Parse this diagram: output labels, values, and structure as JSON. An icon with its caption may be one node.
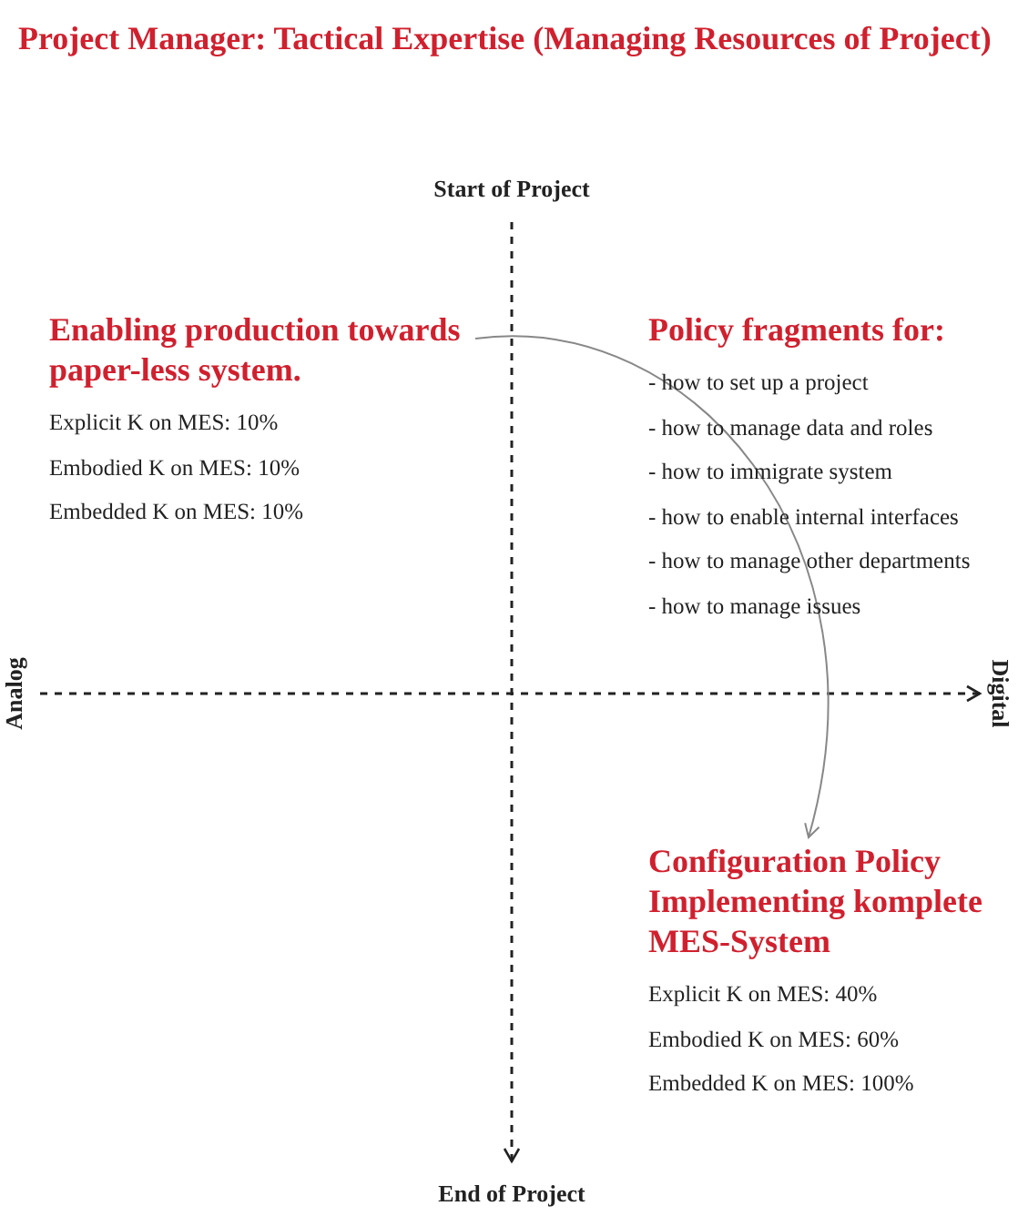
{
  "diagram": {
    "title": "Project Manager: Tactical Expertise (Managing Resources of Project)",
    "nodes": [
      {
        "text": [
          "Enabling production towards paper-less system.",
          "Explicit K on MES: 10%",
          "Embodied K on MES: 10%",
          "Embedded K on MES: 10%"
        ]
      },
      {
        "text": [
          "Policy fragments for:",
          "- how to set up a project",
          "- how to manage data and roles",
          "- how to immigrate system",
          "- how to enable internal interfaces",
          "- how to manage other departments",
          "- how to manage issues"
        ]
      },
      {
        "text": [
          "Configuration Policy Implementing komplete MES-System",
          "Explicit K on MES: 40%",
          "Embodied K on MES: 60%",
          "Embedded K on MES: 100%"
        ]
      }
    ],
    "edges": [
      {
        "from": 0,
        "to": 2,
        "arrow": "to"
      }
    ],
    "labels": [
      "Start of Project",
      "Analog",
      "Digital",
      "End of Project"
    ]
  }
}
